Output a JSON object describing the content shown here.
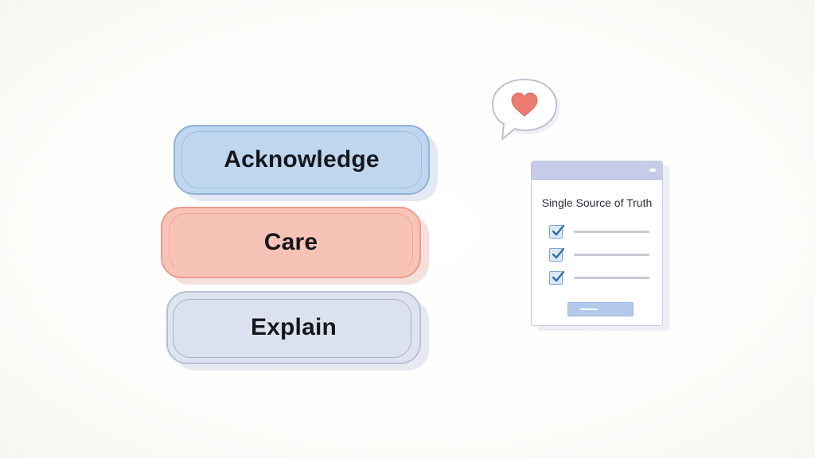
{
  "steps": [
    {
      "label": "Acknowledge",
      "color": "#bed6ee"
    },
    {
      "label": "Care",
      "color": "#f8c3b7"
    },
    {
      "label": "Explain",
      "color": "#dfe3f1"
    }
  ],
  "speech_bubble": {
    "icon": "heart-icon",
    "heart_color": "#ec7b71"
  },
  "document": {
    "title": "Single Source of Truth",
    "checklist_items": [
      {
        "checked": true
      },
      {
        "checked": true
      },
      {
        "checked": true
      }
    ],
    "header_color": "#c5cbe8",
    "button_color": "#b3c9ec"
  }
}
